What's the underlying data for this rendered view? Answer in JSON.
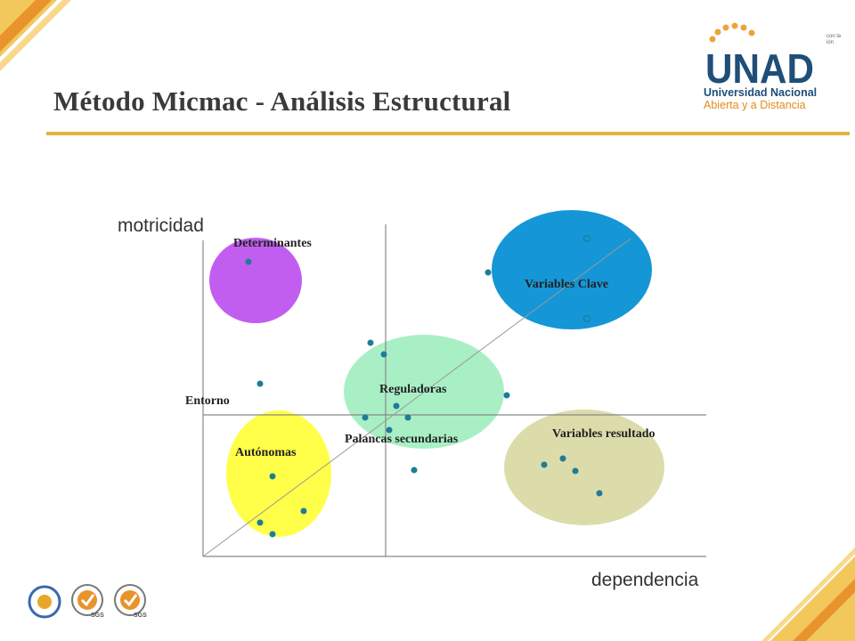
{
  "slide": {
    "title": "Método Micmac - Análisis Estructural"
  },
  "logo": {
    "wordmark": "UNAD",
    "line1": "Universidad Nacional",
    "line2": "Abierta y a Distancia",
    "side_text": [
      "con la",
      "ión"
    ]
  },
  "diagram": {
    "y_axis_label": "motricidad",
    "x_axis_label": "dependencia",
    "environment_label": "Entorno",
    "zones": {
      "determinantes": "Determinantes",
      "variables_clave": "Variables Clave",
      "reguladoras": "Reguladoras",
      "palancas": "Palancas secundarias",
      "autonomas": "Autónomas",
      "resultado": "Variables resultado"
    },
    "colors": {
      "determinantes": "#c15ef0",
      "variables_clave": "#1596d6",
      "reguladoras": "#a9efc6",
      "autonomas": "#ffff4a",
      "resultado": "#dcdcaa",
      "point": "#1d7c99",
      "accent_gold": "#e0b441"
    }
  },
  "footer": {
    "cert_labels": [
      "SGS",
      "SGS"
    ]
  }
}
